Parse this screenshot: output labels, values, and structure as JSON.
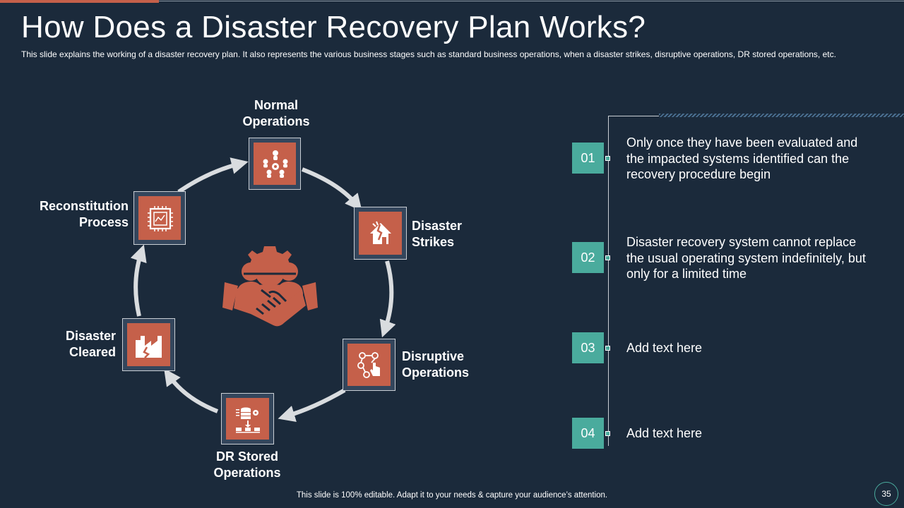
{
  "slide": {
    "title": "How Does a Disaster Recovery Plan Works?",
    "subtitle": "This slide explains the working of a disaster recovery  plan. It also represents the various  business stages such as standard business operations,  when a disaster strikes, disruptive  operations, DR stored operations, etc.",
    "footer": "This slide is 100% editable. Adapt it to your needs & capture your audience’s attention.",
    "page_number": "35"
  },
  "cycle": {
    "stages": [
      {
        "line1": "Normal",
        "line2": "Operations",
        "icon": "star-people-icon"
      },
      {
        "line1": "Disaster",
        "line2": "Strikes",
        "icon": "broken-house-icon"
      },
      {
        "line1": "Disruptive",
        "line2": "Operations",
        "icon": "process-hand-icon"
      },
      {
        "line1": "DR Stored",
        "line2": "Operations",
        "icon": "database-transfer-icon"
      },
      {
        "line1": "Disaster",
        "line2": "Cleared",
        "icon": "cracked-building-icon"
      },
      {
        "line1": "Reconstitution",
        "line2": "Process",
        "icon": "chip-board-icon"
      }
    ],
    "center_icon": "teamwork-handshake-icon"
  },
  "timeline": {
    "items": [
      {
        "number": "01",
        "text": "Only once they have been evaluated and the impacted systems identified can the recovery procedure begin"
      },
      {
        "number": "02",
        "text": "Disaster recovery system cannot replace the usual operating system indefinitely, but only for a limited time"
      },
      {
        "number": "03",
        "text": "Add text here"
      },
      {
        "number": "04",
        "text": "Add text here"
      }
    ]
  },
  "colors": {
    "background": "#1b2a3b",
    "accent": "#c5604a",
    "teal": "#4aab9d",
    "arrow": "#d9dcdf"
  }
}
